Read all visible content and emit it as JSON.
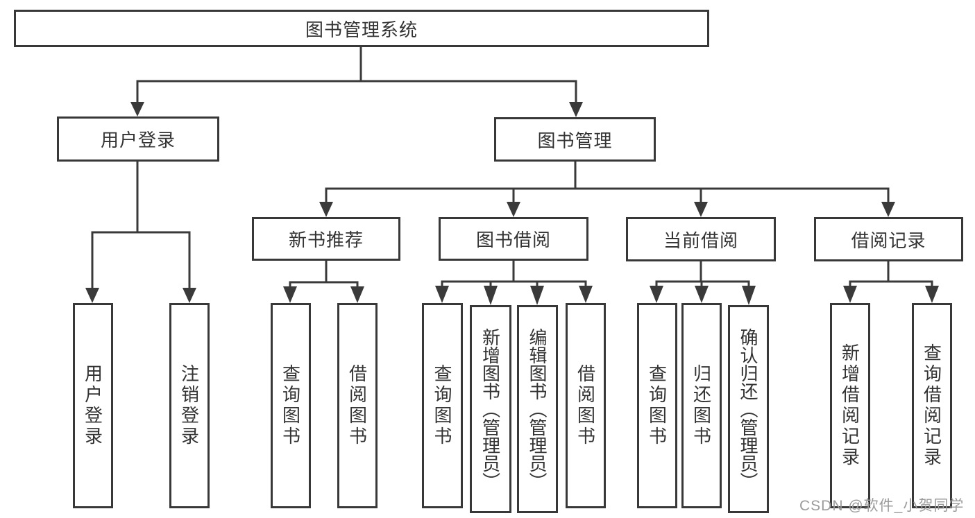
{
  "colors": {
    "line": "#3a3a3a",
    "box_border": "#383838",
    "text": "#333333",
    "watermark": "#9b9b9b",
    "background": "#ffffff"
  },
  "watermark": "CSDN @软件_小贺同学",
  "tree": {
    "root": {
      "label": "图书管理系统"
    },
    "branches": [
      {
        "label": "用户登录",
        "children": [
          {
            "label": "用户登录"
          },
          {
            "label": "注销登录"
          }
        ]
      },
      {
        "label": "图书管理",
        "children": [
          {
            "label": "新书推荐",
            "children": [
              {
                "label": "查询图书"
              },
              {
                "label": "借阅图书"
              }
            ]
          },
          {
            "label": "图书借阅",
            "children": [
              {
                "label": "查询图书"
              },
              {
                "label": "新增图书（管理员）"
              },
              {
                "label": "编辑图书（管理员）"
              },
              {
                "label": "借阅图书"
              }
            ]
          },
          {
            "label": "当前借阅",
            "children": [
              {
                "label": "查询图书"
              },
              {
                "label": "归还图书"
              },
              {
                "label": "确认归还（管理员）"
              }
            ]
          },
          {
            "label": "借阅记录",
            "children": [
              {
                "label": "新增借阅记录"
              },
              {
                "label": "查询借阅记录"
              }
            ]
          }
        ]
      }
    ]
  }
}
